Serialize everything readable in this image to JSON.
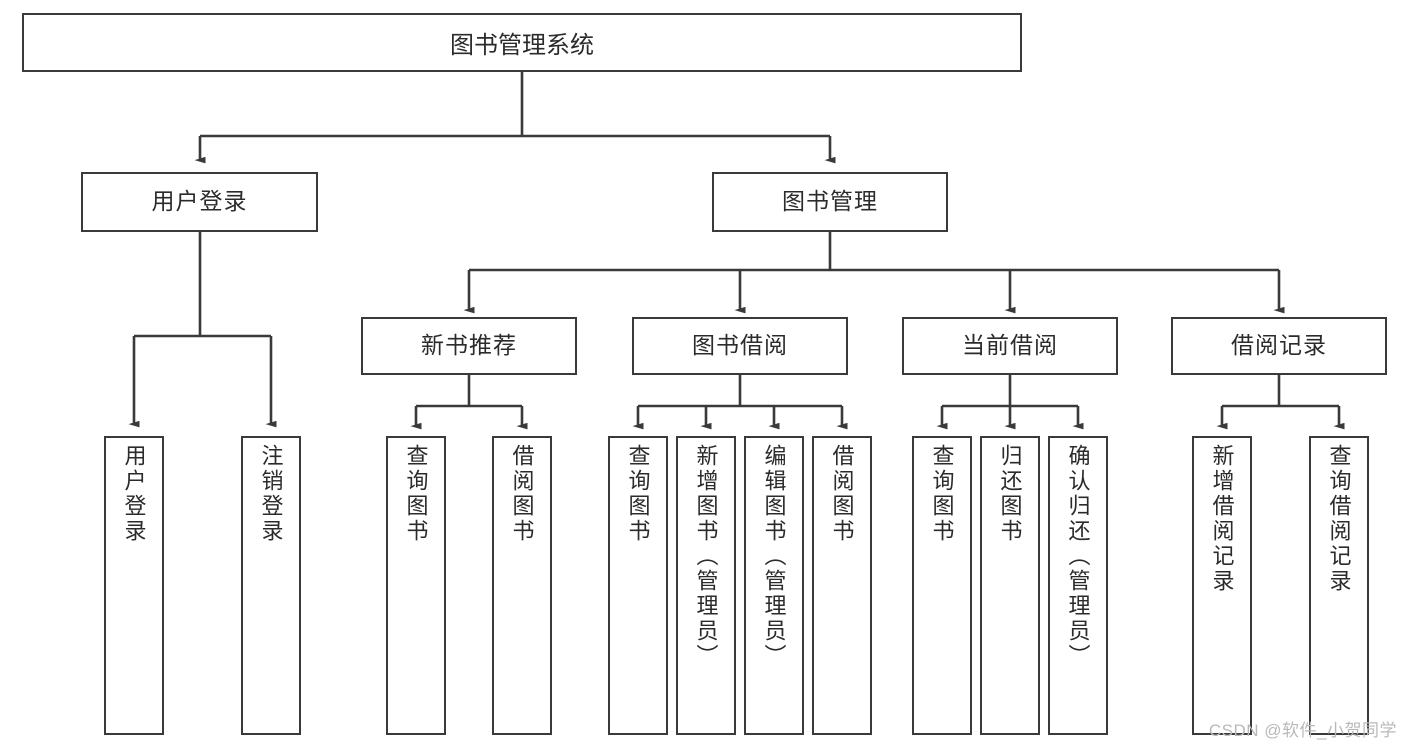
{
  "diagram": {
    "title": "图书管理系统",
    "type": "tree-hierarchy-chart",
    "colors": {
      "box_border": "#3a3a3a",
      "box_fill": "#ffffff",
      "line": "#3a3a3a",
      "text": "#2b2b2b",
      "watermark": "#b9b9b9",
      "background": "#ffffff"
    },
    "root": {
      "label": "图书管理系统"
    },
    "level2": [
      {
        "id": "user-login",
        "label": "用户登录"
      },
      {
        "id": "book-management",
        "label": "图书管理"
      }
    ],
    "level3": [
      {
        "id": "new-book-recommend",
        "label": "新书推荐",
        "parent": "book-management"
      },
      {
        "id": "book-borrow",
        "label": "图书借阅",
        "parent": "book-management"
      },
      {
        "id": "current-borrow",
        "label": "当前借阅",
        "parent": "book-management"
      },
      {
        "id": "borrow-record",
        "label": "借阅记录",
        "parent": "book-management"
      }
    ],
    "leaves": [
      {
        "id": "leaf-user-login",
        "label": "用户登录",
        "parent": "user-login"
      },
      {
        "id": "leaf-logout-login",
        "label": "注销登录",
        "parent": "user-login"
      },
      {
        "id": "leaf-query-book-1",
        "label": "查询图书",
        "parent": "new-book-recommend"
      },
      {
        "id": "leaf-borrow-book-1",
        "label": "借阅图书",
        "parent": "new-book-recommend"
      },
      {
        "id": "leaf-query-book-2",
        "label": "查询图书",
        "parent": "book-borrow"
      },
      {
        "id": "leaf-add-book",
        "label": "新增图书（管理员）",
        "parent": "book-borrow"
      },
      {
        "id": "leaf-edit-book",
        "label": "编辑图书（管理员）",
        "parent": "book-borrow"
      },
      {
        "id": "leaf-borrow-book-2",
        "label": "借阅图书",
        "parent": "book-borrow"
      },
      {
        "id": "leaf-query-book-3",
        "label": "查询图书",
        "parent": "current-borrow"
      },
      {
        "id": "leaf-return-book",
        "label": "归还图书",
        "parent": "current-borrow"
      },
      {
        "id": "leaf-confirm-return",
        "label": "确认归还（管理员）",
        "parent": "current-borrow"
      },
      {
        "id": "leaf-add-borrow-record",
        "label": "新增借阅记录",
        "parent": "borrow-record"
      },
      {
        "id": "leaf-query-borrow-record",
        "label": "查询借阅记录",
        "parent": "borrow-record"
      }
    ],
    "watermark": "CSDN @软件_小贺同学"
  }
}
